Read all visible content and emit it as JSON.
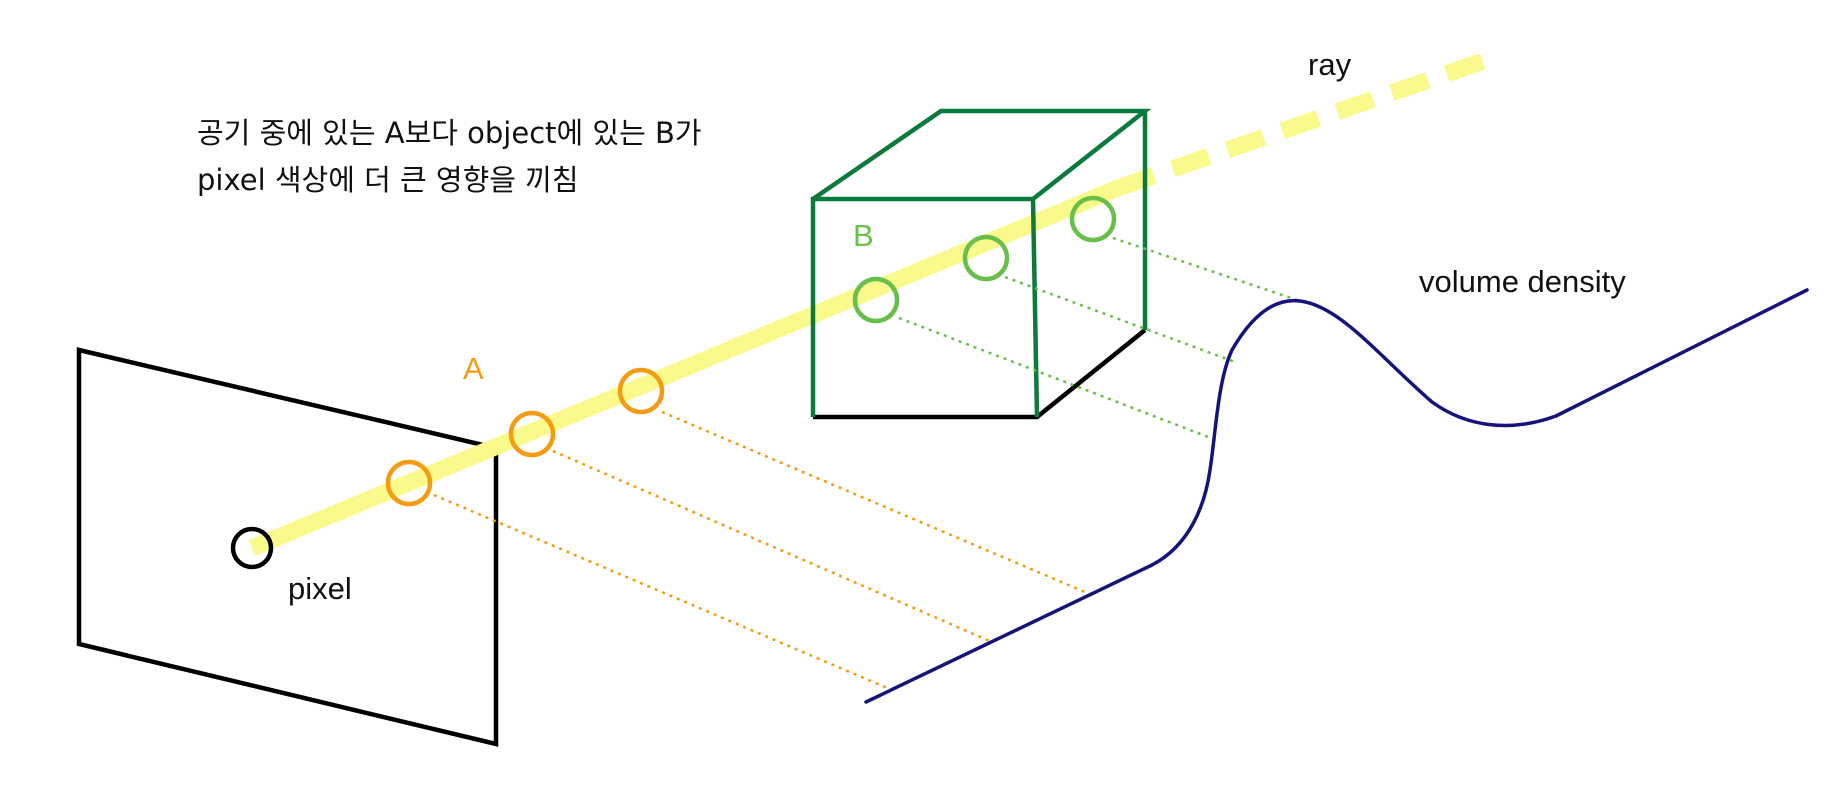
{
  "caption": {
    "line1": "공기 중에 있는 A보다 object에 있는 B가",
    "line2": "pixel 색상에 더 큰 영향을 끼침"
  },
  "labels": {
    "ray": "ray",
    "pixel": "pixel",
    "a": "A",
    "b": "B",
    "volume_density": "volume density"
  },
  "colors": {
    "ray": "#fafa8c",
    "air_samples": "#f39c12",
    "object_samples": "#6abf4b",
    "cube_edges": "#0b7a3b",
    "cube_ground_edges": "#000000",
    "density_curve": "#14147a",
    "pixel_marker": "#000000",
    "image_plane": "#000000"
  }
}
